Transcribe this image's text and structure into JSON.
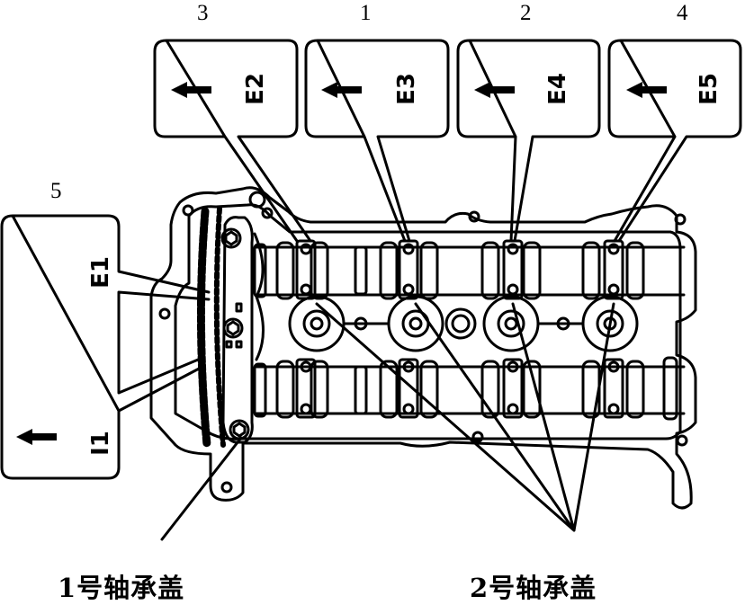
{
  "figure": {
    "title": "Camshaft bearing cap removal sequence",
    "colors": {
      "ink": "#000000",
      "background": "#ffffff"
    }
  },
  "callouts": [
    {
      "order": "3",
      "label": "E2",
      "arrow": "arrow-left"
    },
    {
      "order": "1",
      "label": "E3",
      "arrow": "arrow-left"
    },
    {
      "order": "2",
      "label": "E4",
      "arrow": "arrow-left"
    },
    {
      "order": "4",
      "label": "E5",
      "arrow": "arrow-left"
    }
  ],
  "side_callout": {
    "order": "5",
    "label_top": "E1",
    "label_bottom": "I1",
    "arrow": "arrow-left"
  },
  "captions": {
    "left": "1号轴承盖",
    "right": "2号轴承盖"
  }
}
